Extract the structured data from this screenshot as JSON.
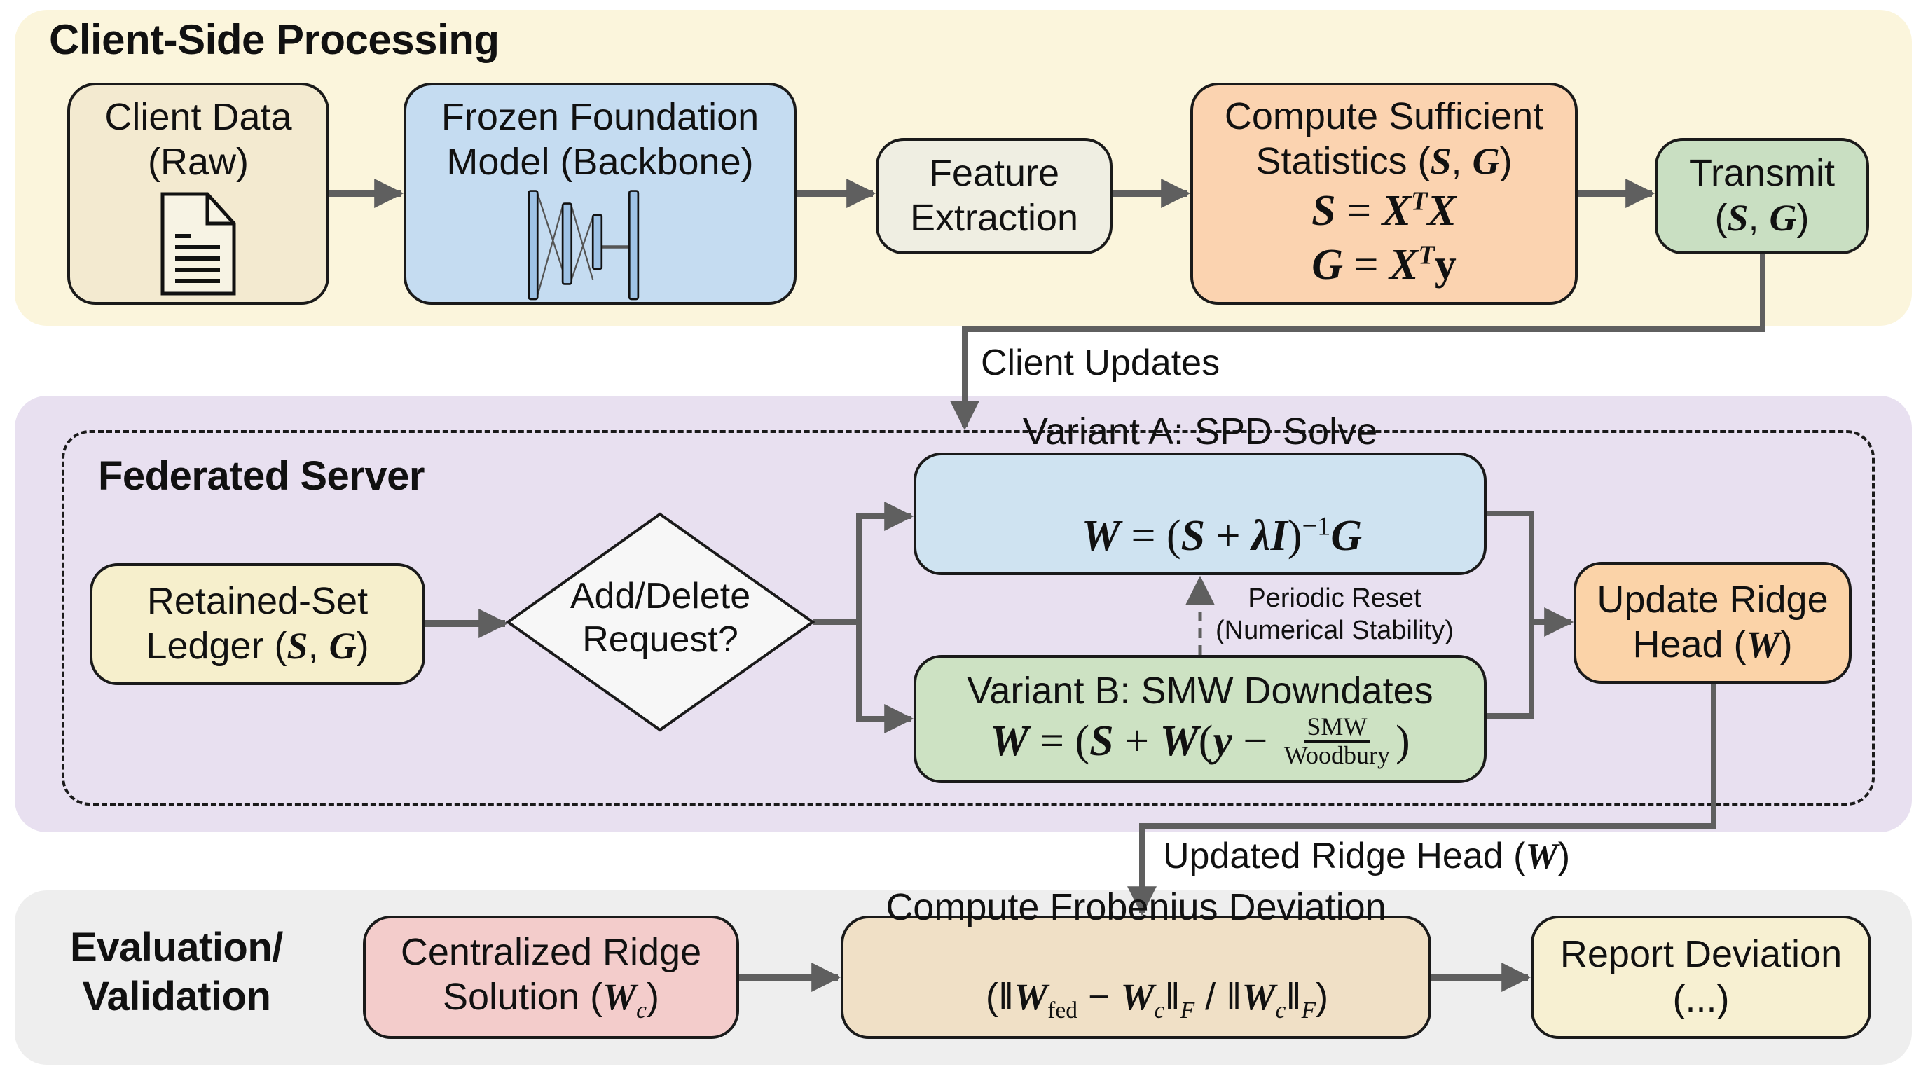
{
  "sections": {
    "client": {
      "title": "Client-Side Processing",
      "bg": "#fbf5dc"
    },
    "server": {
      "title": "Federated Server",
      "bg": "#e8e0f0"
    },
    "evaluation": {
      "title_line1": "Evaluation/",
      "title_line2": "Validation",
      "bg": "#eeeeee"
    }
  },
  "client_nodes": {
    "client_data": {
      "line1": "Client Data",
      "line2": "(Raw)",
      "icon": "document-icon",
      "color": "#f3ead0"
    },
    "frozen_model": {
      "line1": "Frozen Foundation",
      "line2": "Model (Backbone)",
      "icon": "neural-network-icon",
      "color": "#c5dcf1"
    },
    "feature_extraction": {
      "line1": "Feature",
      "line2": "Extraction",
      "color": "#efeee2"
    },
    "compute_stats": {
      "line1": "Compute Sufficient",
      "line2_prefix": "Statistics (",
      "line2_S": "S",
      "line2_sep": ", ",
      "line2_G": "G",
      "line2_suffix": ")",
      "eq1_lhs": "S",
      "eq1_rhs_a": "X",
      "eq1_sup": "T",
      "eq1_rhs_b": "X",
      "eq2_lhs": "G",
      "eq2_rhs_a": "X",
      "eq2_sup": "T",
      "eq2_rhs_b": "y",
      "equals": " = ",
      "color": "#fbd3b0"
    },
    "transmit": {
      "line1": "Transmit",
      "line2_open": "(",
      "line2_S": "S",
      "line2_sep": ", ",
      "line2_G": "G",
      "line2_close": ")",
      "color": "#c9dfc2"
    }
  },
  "edges": {
    "client_updates": "Client Updates",
    "periodic_reset_line1": "Periodic Reset",
    "periodic_reset_line2": "(Numerical Stability)",
    "updated_head_prefix": "Updated Ridge Head (",
    "updated_head_W": "W",
    "updated_head_suffix": ")"
  },
  "server_nodes": {
    "ledger": {
      "line1": "Retained-Set",
      "line2_prefix": "Ledger (",
      "line2_S": "S",
      "line2_sep": ", ",
      "line2_G": "G",
      "line2_suffix": ")",
      "color": "#f6efcc"
    },
    "decision": {
      "line1": "Add/Delete",
      "line2": "Request?",
      "color": "#f7f7f7"
    },
    "variant_a": {
      "title": "Variant A: SPD Solve",
      "eq_W": "W",
      "eq_eq": " = (",
      "eq_S": "S",
      "eq_plus": " + ",
      "eq_lambda": "λ",
      "eq_I": "I",
      "eq_close": ")",
      "eq_sup": "−1",
      "eq_G": "G",
      "color": "#cfe3f1"
    },
    "variant_b": {
      "title": "Variant B: SMW Downdates",
      "eq_W": "W",
      "eq_eq": " = (",
      "eq_S": "S",
      "eq_plus": " + ",
      "eq_W2": "W",
      "eq_open": "(",
      "eq_y": "y",
      "eq_minus": " − ",
      "frac_num": "SMW",
      "frac_den": "Woodbury",
      "eq_close": ")",
      "color": "#cde2c3"
    },
    "update_head": {
      "line1": "Update Ridge",
      "line2_prefix": "Head (",
      "line2_W": "W",
      "line2_suffix": ")",
      "color": "#fbd3a8"
    }
  },
  "evaluation_nodes": {
    "centralized": {
      "line1": "Centralized Ridge",
      "line2_prefix": "Solution (",
      "line2_W": "W",
      "line2_sub": "c",
      "line2_suffix": ")",
      "color": "#f3cccb"
    },
    "frobenius": {
      "line1": "Compute Frobenius Deviation",
      "f_open": "(‖",
      "f_W1": "W",
      "f_sub1": "fed",
      "f_minus": " − ",
      "f_W2": "W",
      "f_sub2": "c",
      "f_norm1": "‖",
      "f_subF1": "F",
      "f_div": " / ‖",
      "f_W3": "W",
      "f_sub3": "c",
      "f_norm2": "‖",
      "f_subF2": "F",
      "f_close": ")",
      "color": "#f0e0c6"
    },
    "report": {
      "line1": "Report Deviation",
      "line2": "(...)",
      "color": "#f7f0d2"
    }
  },
  "colors": {
    "arrow": "#5f5f5f",
    "border": "#1a1a1a",
    "dashed": "#1a1a1a"
  }
}
